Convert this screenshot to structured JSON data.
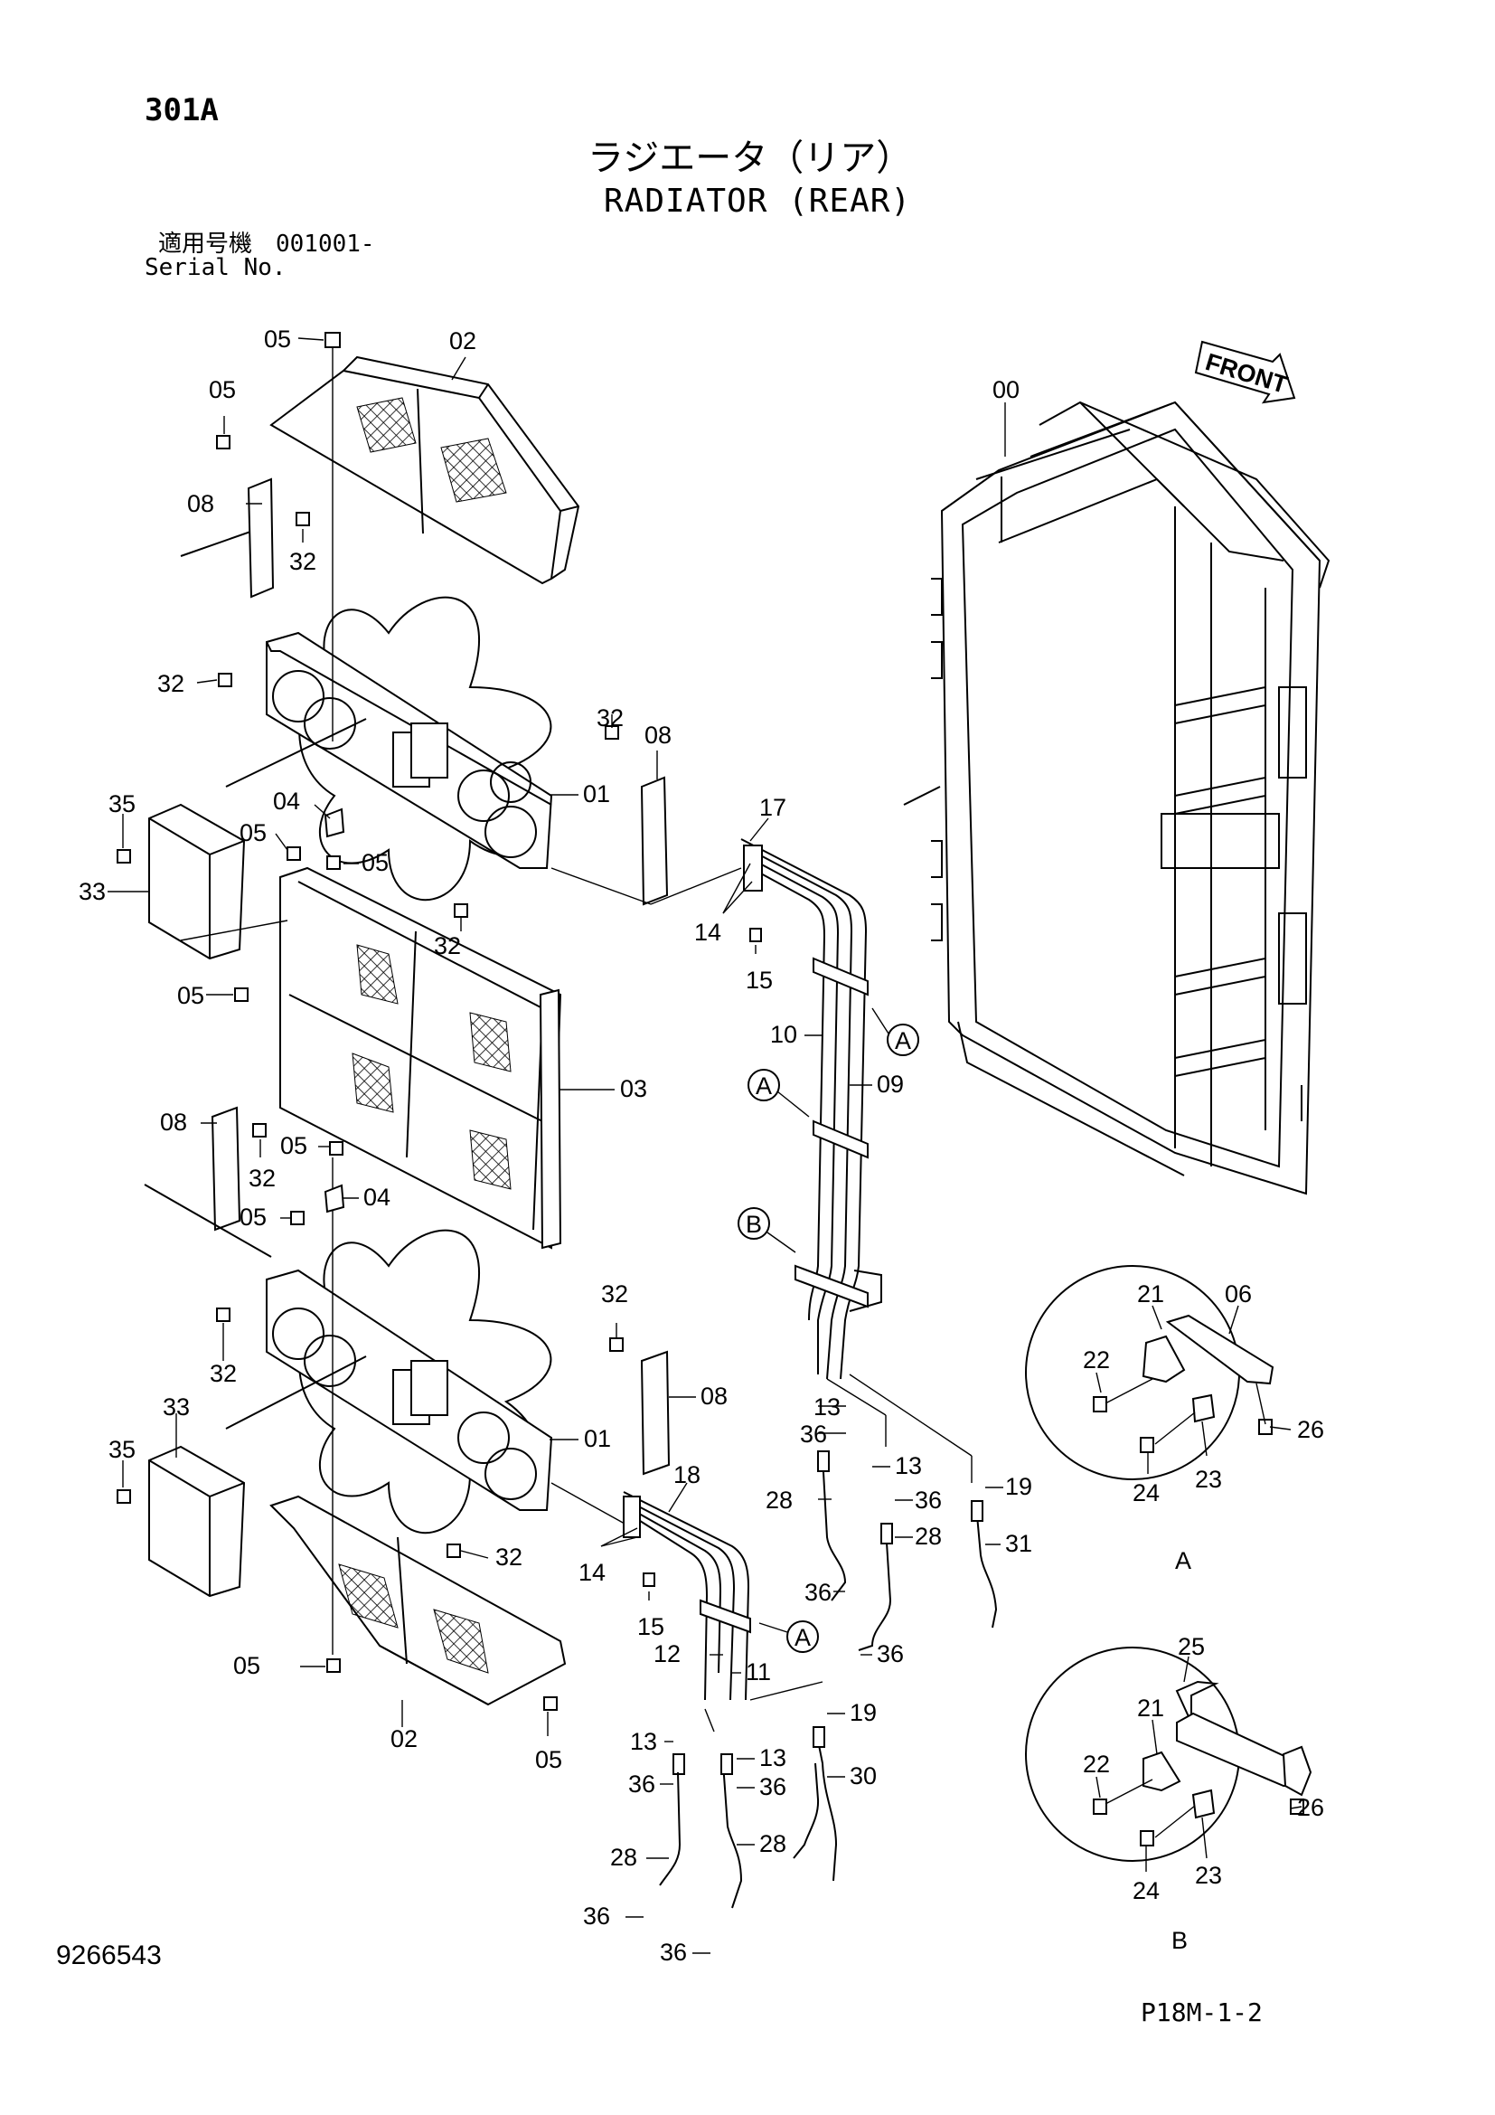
{
  "header": {
    "page_code": "301A",
    "title_jp": "ラジエータ（リア）",
    "title_en": "RADIATOR (REAR)",
    "serial_label_jp": "適用号機　001001-",
    "serial_label_en": "Serial No."
  },
  "footer": {
    "doc_number": "9266543",
    "page_ref": "P18M-1-2"
  },
  "direction_indicator": "FRONT",
  "callouts": [
    {
      "key": "c1",
      "label": "05"
    },
    {
      "key": "c2",
      "label": "02"
    },
    {
      "key": "c3",
      "label": "05"
    },
    {
      "key": "c4",
      "label": "08"
    },
    {
      "key": "c5",
      "label": "32"
    },
    {
      "key": "c6",
      "label": "32"
    },
    {
      "key": "c7",
      "label": "32"
    },
    {
      "key": "c8",
      "label": "08"
    },
    {
      "key": "c9",
      "label": "01"
    },
    {
      "key": "c10",
      "label": "35"
    },
    {
      "key": "c11",
      "label": "04"
    },
    {
      "key": "c12",
      "label": "05"
    },
    {
      "key": "c13",
      "label": "05"
    },
    {
      "key": "c14",
      "label": "33"
    },
    {
      "key": "c15",
      "label": "32"
    },
    {
      "key": "c16",
      "label": "05"
    },
    {
      "key": "c17",
      "label": "03"
    },
    {
      "key": "c18",
      "label": "08"
    },
    {
      "key": "c19",
      "label": "05"
    },
    {
      "key": "c20",
      "label": "32"
    },
    {
      "key": "c21",
      "label": "04"
    },
    {
      "key": "c22",
      "label": "05"
    },
    {
      "key": "c23",
      "label": "32"
    },
    {
      "key": "c24",
      "label": "32"
    },
    {
      "key": "c25",
      "label": "08"
    },
    {
      "key": "c26",
      "label": "01"
    },
    {
      "key": "c27",
      "label": "33"
    },
    {
      "key": "c28",
      "label": "35"
    },
    {
      "key": "c29",
      "label": "32"
    },
    {
      "key": "c30",
      "label": "05"
    },
    {
      "key": "c31",
      "label": "02"
    },
    {
      "key": "c32",
      "label": "05"
    },
    {
      "key": "c33",
      "label": "00"
    },
    {
      "key": "c34",
      "label": "17"
    },
    {
      "key": "c35",
      "label": "14"
    },
    {
      "key": "c36",
      "label": "15"
    },
    {
      "key": "c37",
      "label": "10"
    },
    {
      "key": "c38",
      "label": "09"
    },
    {
      "key": "c39",
      "label": "13"
    },
    {
      "key": "c40",
      "label": "36"
    },
    {
      "key": "c41",
      "label": "28"
    },
    {
      "key": "c42",
      "label": "13"
    },
    {
      "key": "c43",
      "label": "36"
    },
    {
      "key": "c44",
      "label": "28"
    },
    {
      "key": "c45",
      "label": "36"
    },
    {
      "key": "c46",
      "label": "36"
    },
    {
      "key": "c47",
      "label": "19"
    },
    {
      "key": "c48",
      "label": "31"
    },
    {
      "key": "c49",
      "label": "18"
    },
    {
      "key": "c50",
      "label": "14"
    },
    {
      "key": "c51",
      "label": "15"
    },
    {
      "key": "c52",
      "label": "12"
    },
    {
      "key": "c53",
      "label": "11"
    },
    {
      "key": "c54",
      "label": "19"
    },
    {
      "key": "c55",
      "label": "13"
    },
    {
      "key": "c56",
      "label": "13"
    },
    {
      "key": "c57",
      "label": "36"
    },
    {
      "key": "c58",
      "label": "36"
    },
    {
      "key": "c59",
      "label": "30"
    },
    {
      "key": "c60",
      "label": "28"
    },
    {
      "key": "c61",
      "label": "28"
    },
    {
      "key": "c62",
      "label": "36"
    },
    {
      "key": "c63",
      "label": "36"
    },
    {
      "key": "c64",
      "label": "21"
    },
    {
      "key": "c65",
      "label": "06"
    },
    {
      "key": "c66",
      "label": "22"
    },
    {
      "key": "c67",
      "label": "26"
    },
    {
      "key": "c68",
      "label": "24"
    },
    {
      "key": "c69",
      "label": "23"
    },
    {
      "key": "c70",
      "label": "25"
    },
    {
      "key": "c71",
      "label": "21"
    },
    {
      "key": "c72",
      "label": "22"
    },
    {
      "key": "c73",
      "label": "26"
    },
    {
      "key": "c74",
      "label": "24"
    },
    {
      "key": "c75",
      "label": "23"
    }
  ],
  "detail_markers": [
    {
      "key": "m1",
      "label": "A"
    },
    {
      "key": "m2",
      "label": "A"
    },
    {
      "key": "m3",
      "label": "B"
    },
    {
      "key": "m4",
      "label": "A"
    }
  ],
  "detail_views": [
    {
      "key": "dA",
      "label": "A"
    },
    {
      "key": "dB",
      "label": "B"
    }
  ]
}
